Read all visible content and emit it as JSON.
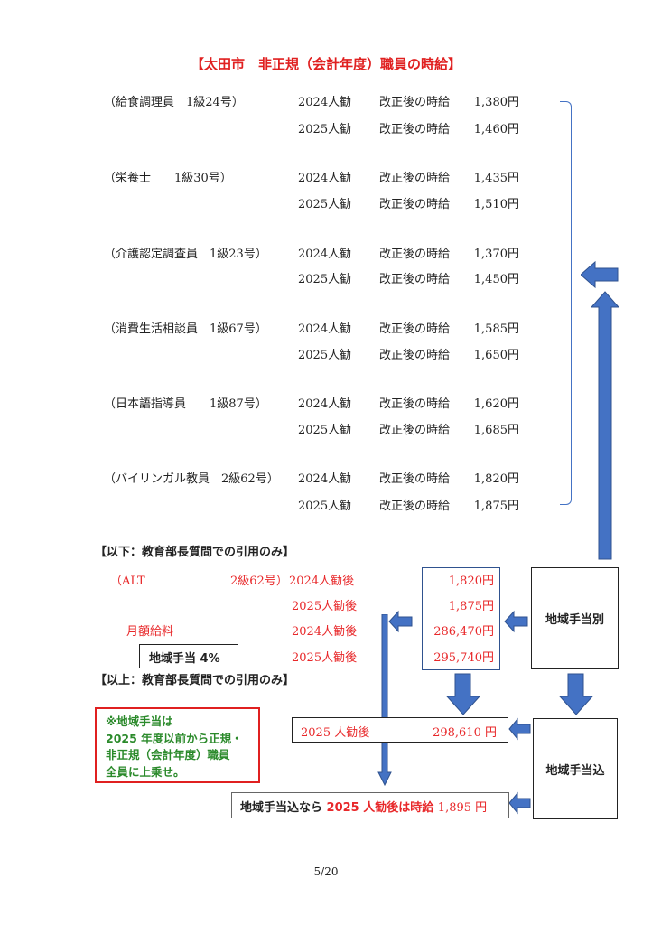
{
  "title": "【太田市　非正規（会計年度）職員の時給】",
  "positions": [
    {
      "label": "（給食調理員　1級24号）",
      "rows": [
        {
          "year": "2024人勧",
          "kaisei": "改正後の時給",
          "amount": "1,380円"
        },
        {
          "year": "2025人勧",
          "kaisei": "改正後の時給",
          "amount": "1,460円"
        }
      ]
    },
    {
      "label": "（栄養士　　1級30号）",
      "rows": [
        {
          "year": "2024人勧",
          "kaisei": "改正後の時給",
          "amount": "1,435円"
        },
        {
          "year": "2025人勧",
          "kaisei": "改正後の時給",
          "amount": "1,510円"
        }
      ]
    },
    {
      "label": "（介護認定調査員　1級23号）",
      "rows": [
        {
          "year": "2024人勧",
          "kaisei": "改正後の時給",
          "amount": "1,370円"
        },
        {
          "year": "2025人勧",
          "kaisei": "改正後の時給",
          "amount": "1,450円"
        }
      ]
    },
    {
      "label": "（消費生活相談員　1級67号）",
      "rows": [
        {
          "year": "2024人勧",
          "kaisei": "改正後の時給",
          "amount": "1,585円"
        },
        {
          "year": "2025人勧",
          "kaisei": "改正後の時給",
          "amount": "1,650円"
        }
      ]
    },
    {
      "label": "（日本語指導員　　1級87号）",
      "rows": [
        {
          "year": "2024人勧",
          "kaisei": "改正後の時給",
          "amount": "1,620円"
        },
        {
          "year": "2025人勧",
          "kaisei": "改正後の時給",
          "amount": "1,685円"
        }
      ]
    },
    {
      "label": "（バイリンガル教員　2級62号）",
      "rows": [
        {
          "year": "2024人勧",
          "kaisei": "改正後の時給",
          "amount": "1,820円"
        },
        {
          "year": "2025人勧",
          "kaisei": "改正後の時給",
          "amount": "1,875円"
        }
      ]
    }
  ],
  "quote_start": "【以下：教育部長質問での引用のみ】",
  "quote_end": "【以上：教育部長質問での引用のみ】",
  "alt": {
    "label": "（ALT",
    "grade": "2級62号）",
    "monthly_label": "月額給料",
    "allowance_label": "地域手当 4%",
    "rows": [
      {
        "year": "2024人勧後",
        "amount": "1,820円"
      },
      {
        "year": "2025人勧後",
        "amount": "1,875円"
      },
      {
        "year": "2024人勧後",
        "amount": "286,470円"
      },
      {
        "year": "2025人勧後",
        "amount": "295,740円"
      }
    ]
  },
  "betsu": "地域手当別",
  "komi": "地域手当込",
  "result_monthly": {
    "year": "2025 人勧後",
    "amount": "298,610 円"
  },
  "note": [
    "※地域手当は",
    "2025 年度以前から正規・",
    "非正規（会計年度）職員",
    "全員に上乗せ。"
  ],
  "final": {
    "prefix": "地域手当込なら",
    "mid": "2025 人勧後は時給",
    "amount": "1,895 円"
  },
  "page": "5/20"
}
